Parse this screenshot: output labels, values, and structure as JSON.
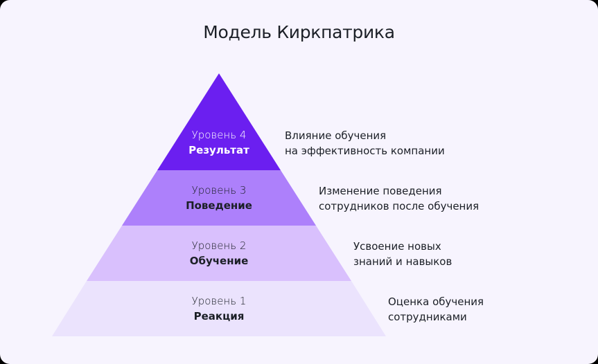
{
  "title": "Модель Киркпатрика",
  "colors": {
    "background": "#f7f4fe",
    "level4": "#6b1ff0",
    "level3": "#ad80fb",
    "level2": "#d9c0fd",
    "level1": "#ebe3fd",
    "text_dark": "#1b1f26",
    "text_light": "#ffffff"
  },
  "levels": [
    {
      "number": "Уровень 4",
      "name": "Результат",
      "description_line1": "Влияние обучения",
      "description_line2": "на эффективность компании"
    },
    {
      "number": "Уровень 3",
      "name": "Поведение",
      "description_line1": "Изменение поведения",
      "description_line2": "сотрудников после обучения"
    },
    {
      "number": "Уровень 2",
      "name": "Обучение",
      "description_line1": "Усвоение новых",
      "description_line2": "знаний и навыков"
    },
    {
      "number": "Уровень 1",
      "name": "Реакция",
      "description_line1": "Оценка обучения",
      "description_line2": "сотрудниками"
    }
  ]
}
